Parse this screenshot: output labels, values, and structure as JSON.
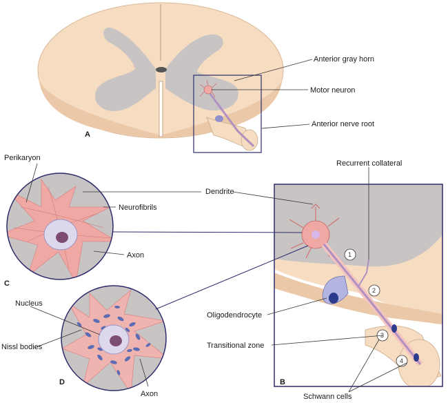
{
  "panels": {
    "a": "A",
    "b": "B",
    "c": "C",
    "d": "D"
  },
  "labels": {
    "anterior_gray_horn": "Anterior gray horn",
    "motor_neuron": "Motor neuron",
    "anterior_nerve_root": "Anterior nerve root",
    "perikaryon": "Perikaryon",
    "dendrite": "Dendrite",
    "neurofibrils": "Neurofibrils",
    "axon_c": "Axon",
    "recurrent_collateral": "Recurrent collateral",
    "nucleus": "Nucleus",
    "nissl_bodies": "Nissl bodies",
    "axon_d": "Axon",
    "oligodendrocyte": "Oligodendrocyte",
    "transitional_zone": "Transitional zone",
    "schwann_cells": "Schwann cells"
  },
  "markers": [
    "1",
    "2",
    "3",
    "4"
  ],
  "colors": {
    "white_matter": "#f6dcc0",
    "gray_matter": "#c8c4c4",
    "neuron": "#f0a8a4",
    "myelin": "#f4c4c0",
    "glia": "#8c8ccc",
    "frame": "#2c2c6c"
  }
}
